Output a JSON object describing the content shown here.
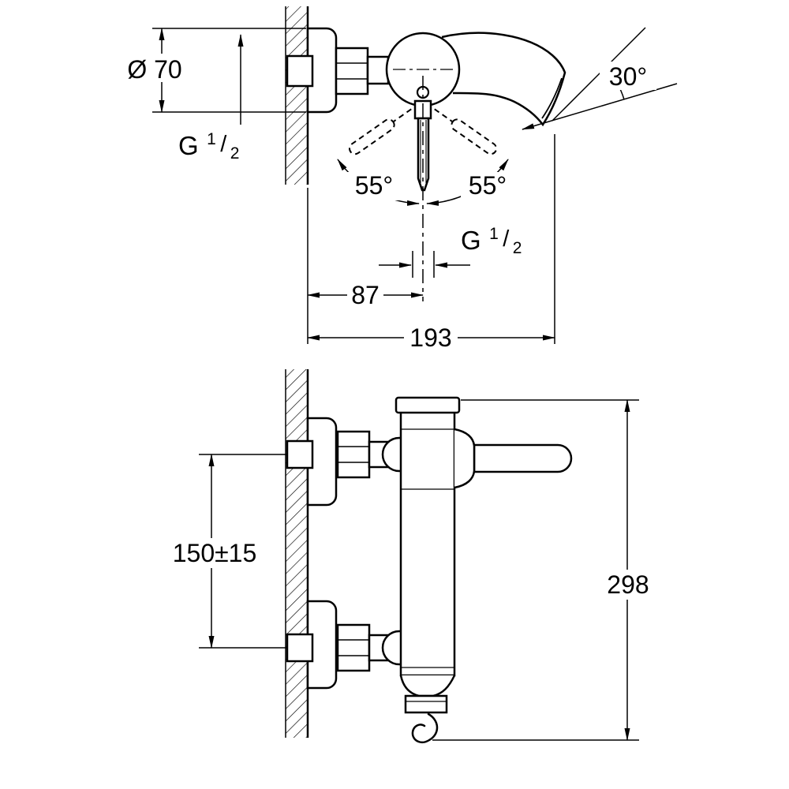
{
  "drawing": {
    "background": "#ffffff",
    "line_color": "#000000",
    "top_view": {
      "escutcheon_diameter": "Ø 70",
      "inlet_thread": {
        "prefix": "G",
        "numerator": "1",
        "slash": "/",
        "denominator": "2"
      },
      "spout_angle": "30°",
      "swing_angle_left": "55°",
      "swing_angle_right": "55°",
      "outlet_thread": {
        "prefix": "G",
        "numerator": "1",
        "slash": "/",
        "denominator": "2"
      },
      "dim_wall_to_outlet_axis": "87",
      "dim_wall_to_spout_tip": "193"
    },
    "front_view": {
      "dim_connection_spacing": "150±15",
      "dim_overall_height": "298"
    }
  }
}
